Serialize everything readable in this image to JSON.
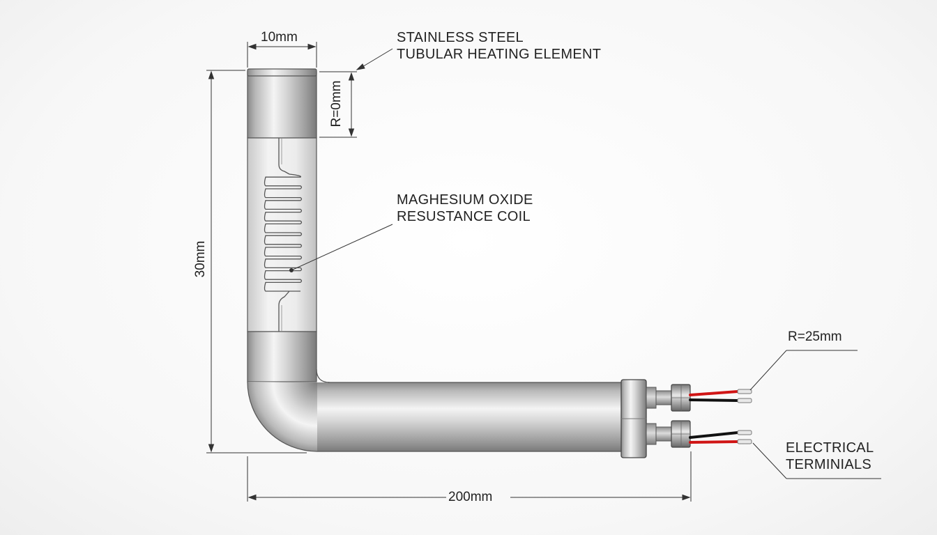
{
  "labels": {
    "element": {
      "line1": "STAINLESS STEEL",
      "line2": "TUBULAR HEATING ELEMENT"
    },
    "coil": {
      "line1": "MAGHESIUM OXIDE",
      "line2": "RESUSTANCE COIL"
    },
    "terminals": {
      "line1": "ELECTRICAL",
      "line2": "TERMINIALS"
    }
  },
  "dimensions": {
    "top_width": "10mm",
    "cap_radius": "R=0mm",
    "height": "30mm",
    "length": "200mm",
    "terminal_radius": "R=25mm"
  },
  "colors": {
    "wire_red": "#d01515",
    "wire_black": "#111111",
    "line": "#333333"
  }
}
